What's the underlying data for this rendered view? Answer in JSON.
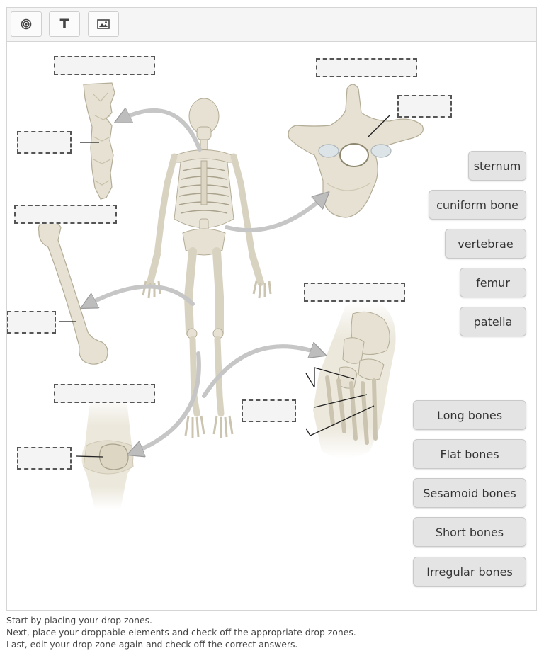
{
  "toolbar": {
    "tools": [
      {
        "id": "dropzone",
        "icon": "target-icon"
      },
      {
        "id": "text",
        "icon": "text-icon",
        "label": "T"
      },
      {
        "id": "image",
        "icon": "image-icon"
      }
    ]
  },
  "draggables": {
    "single": [
      "sternum",
      "cuniform bone",
      "vertebrae",
      "femur",
      "patella"
    ],
    "categories": [
      "Long bones",
      "Flat bones",
      "Sesamoid bones",
      "Short bones",
      "Irregular bones"
    ]
  },
  "help": [
    "Start by placing your drop zones.",
    "Next, place your droppable elements and check off the appropriate drop zones.",
    "Last, edit your drop zone again and check off the correct answers."
  ],
  "colors": {
    "bone_fill": "#e6e1d2",
    "bone_stroke": "#b9b29d",
    "arrow": "#c9c9c9",
    "dropzone_border": "#555555",
    "draggable_bg": "#e4e4e4"
  }
}
